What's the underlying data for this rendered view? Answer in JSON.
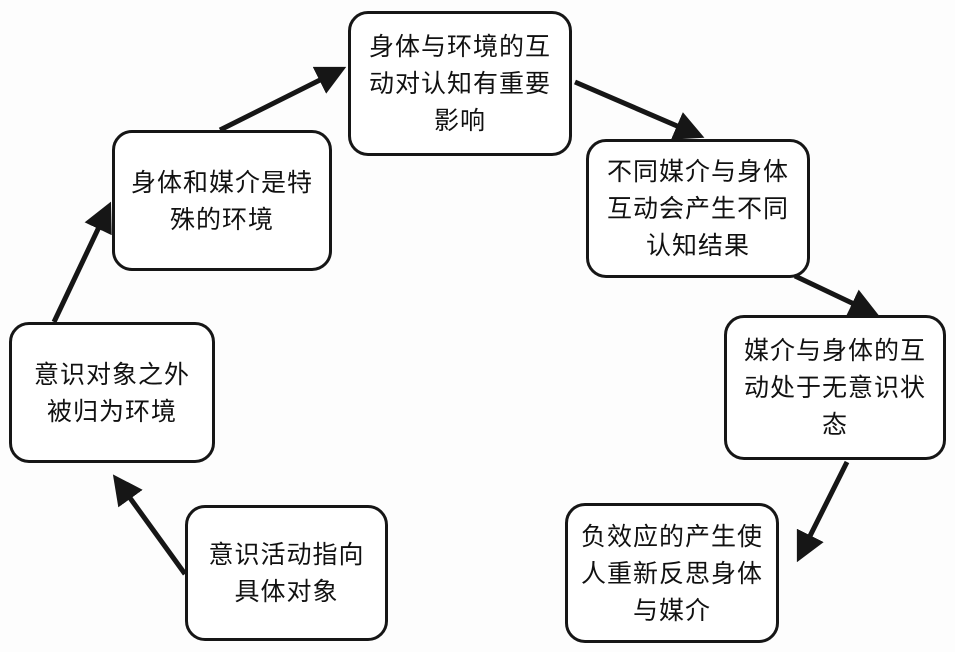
{
  "diagram": {
    "type": "cycle",
    "colors": {
      "stroke": "#161616",
      "text": "#111111",
      "background": "#fdfdfd"
    },
    "nodes": [
      {
        "id": "n1",
        "text": "身体与环境的互动对认知有重要影响"
      },
      {
        "id": "n2",
        "text": "不同媒介与身体互动会产生不同认知结果"
      },
      {
        "id": "n3",
        "text": "媒介与身体的互动处于无意识状态"
      },
      {
        "id": "n4",
        "text": "负效应的产生使人重新反思身体与媒介"
      },
      {
        "id": "n5",
        "text": "意识活动指向具体对象"
      },
      {
        "id": "n6",
        "text": "意识对象之外被归为环境"
      },
      {
        "id": "n7",
        "text": "身体和媒介是特殊的环境"
      }
    ],
    "edges": [
      {
        "from": "n1",
        "to": "n2"
      },
      {
        "from": "n2",
        "to": "n3"
      },
      {
        "from": "n3",
        "to": "n4"
      },
      {
        "from": "n5",
        "to": "n6"
      },
      {
        "from": "n6",
        "to": "n7"
      },
      {
        "from": "n7",
        "to": "n1"
      }
    ]
  }
}
